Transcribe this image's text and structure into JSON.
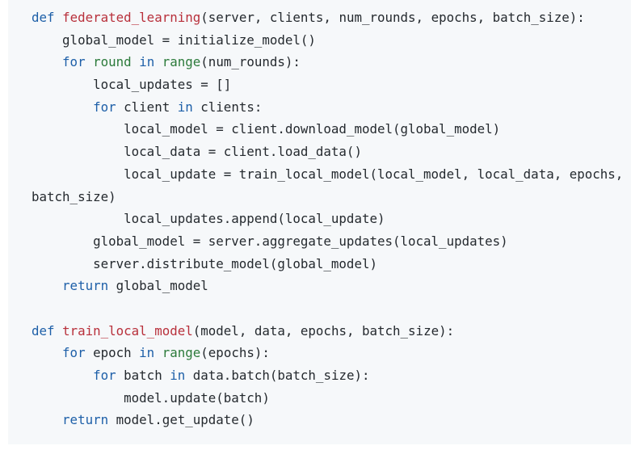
{
  "code": {
    "language": "python",
    "colors": {
      "background": "#f6f8fa",
      "keyword": "#1d5fa8",
      "function_name": "#b8303b",
      "builtin": "#2b7a3a",
      "text": "#24292e"
    },
    "lines": [
      [
        {
          "t": "kw",
          "s": "def"
        },
        {
          "t": "p",
          "s": " "
        },
        {
          "t": "fn",
          "s": "federated_learning"
        },
        {
          "t": "p",
          "s": "(server, clients, num_rounds, epochs, batch_size):"
        }
      ],
      [
        {
          "t": "p",
          "s": "    global_model = initialize_model()"
        }
      ],
      [
        {
          "t": "p",
          "s": "    "
        },
        {
          "t": "kw",
          "s": "for"
        },
        {
          "t": "p",
          "s": " "
        },
        {
          "t": "bi",
          "s": "round"
        },
        {
          "t": "p",
          "s": " "
        },
        {
          "t": "kw",
          "s": "in"
        },
        {
          "t": "p",
          "s": " "
        },
        {
          "t": "bi",
          "s": "range"
        },
        {
          "t": "p",
          "s": "(num_rounds):"
        }
      ],
      [
        {
          "t": "p",
          "s": "        local_updates = []"
        }
      ],
      [
        {
          "t": "p",
          "s": "        "
        },
        {
          "t": "kw",
          "s": "for"
        },
        {
          "t": "p",
          "s": " client "
        },
        {
          "t": "kw",
          "s": "in"
        },
        {
          "t": "p",
          "s": " clients:"
        }
      ],
      [
        {
          "t": "p",
          "s": "            local_model = client.download_model(global_model)"
        }
      ],
      [
        {
          "t": "p",
          "s": "            local_data = client.load_data()"
        }
      ],
      [
        {
          "t": "p",
          "s": "            local_update = train_local_model(local_model, local_data, epochs,"
        }
      ],
      [
        {
          "t": "p",
          "s": "batch_size)"
        }
      ],
      [
        {
          "t": "p",
          "s": "            local_updates.append(local_update)"
        }
      ],
      [
        {
          "t": "p",
          "s": "        global_model = server.aggregate_updates(local_updates)"
        }
      ],
      [
        {
          "t": "p",
          "s": "        server.distribute_model(global_model)"
        }
      ],
      [
        {
          "t": "p",
          "s": "    "
        },
        {
          "t": "kw",
          "s": "return"
        },
        {
          "t": "p",
          "s": " global_model"
        }
      ],
      [
        {
          "t": "p",
          "s": ""
        }
      ],
      [
        {
          "t": "kw",
          "s": "def"
        },
        {
          "t": "p",
          "s": " "
        },
        {
          "t": "fn",
          "s": "train_local_model"
        },
        {
          "t": "p",
          "s": "(model, data, epochs, batch_size):"
        }
      ],
      [
        {
          "t": "p",
          "s": "    "
        },
        {
          "t": "kw",
          "s": "for"
        },
        {
          "t": "p",
          "s": " epoch "
        },
        {
          "t": "kw",
          "s": "in"
        },
        {
          "t": "p",
          "s": " "
        },
        {
          "t": "bi",
          "s": "range"
        },
        {
          "t": "p",
          "s": "(epochs):"
        }
      ],
      [
        {
          "t": "p",
          "s": "        "
        },
        {
          "t": "kw",
          "s": "for"
        },
        {
          "t": "p",
          "s": " batch "
        },
        {
          "t": "kw",
          "s": "in"
        },
        {
          "t": "p",
          "s": " data.batch(batch_size):"
        }
      ],
      [
        {
          "t": "p",
          "s": "            model.update(batch)"
        }
      ],
      [
        {
          "t": "p",
          "s": "    "
        },
        {
          "t": "kw",
          "s": "return"
        },
        {
          "t": "p",
          "s": " model.get_update()"
        }
      ]
    ]
  }
}
